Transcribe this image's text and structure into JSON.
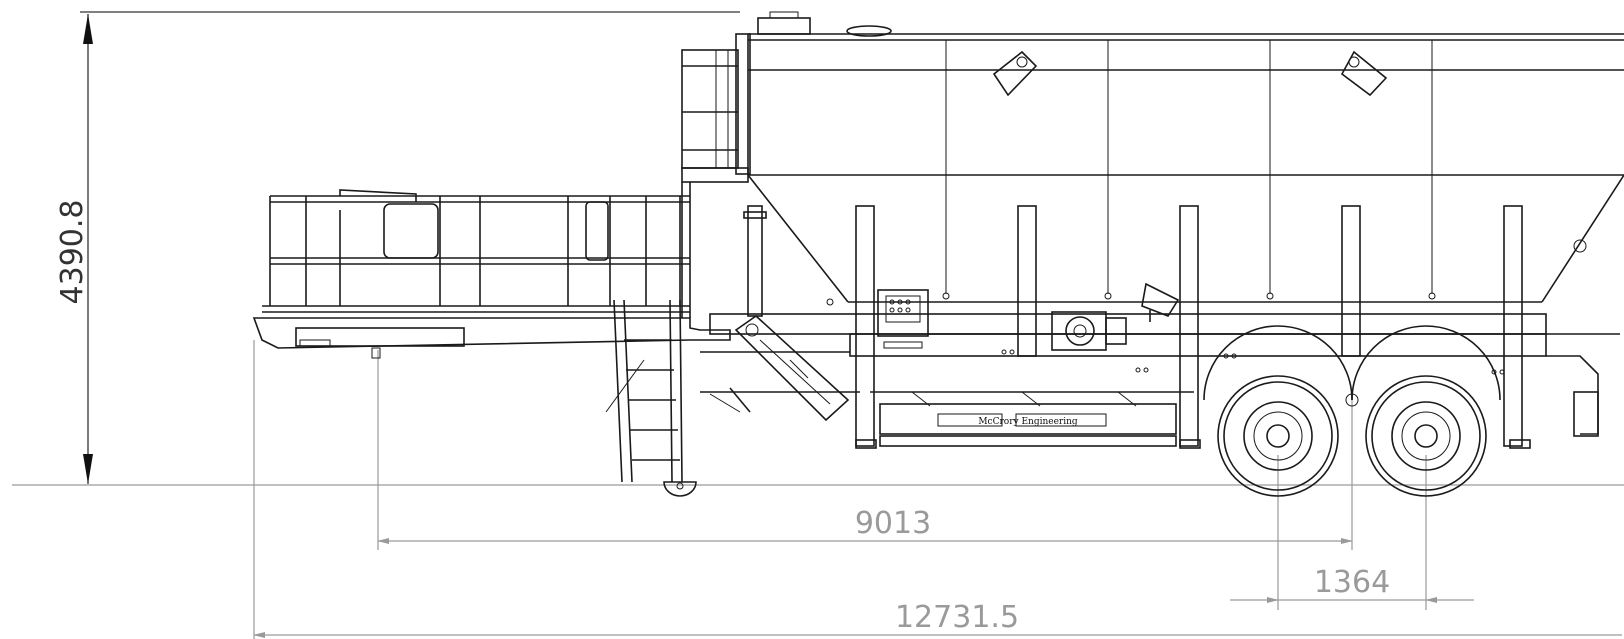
{
  "dimensions": {
    "height": "4390.8",
    "axle_to_support": "9013",
    "axle_spacing": "1364",
    "overall_length": "12731.5"
  },
  "branding": {
    "side_panel_text": "McCrory Engineering"
  },
  "colors": {
    "line": "#1a1a1a",
    "dimension_line": "#9a9a9a",
    "dimension_dark": "#333333",
    "background": "#ffffff"
  }
}
